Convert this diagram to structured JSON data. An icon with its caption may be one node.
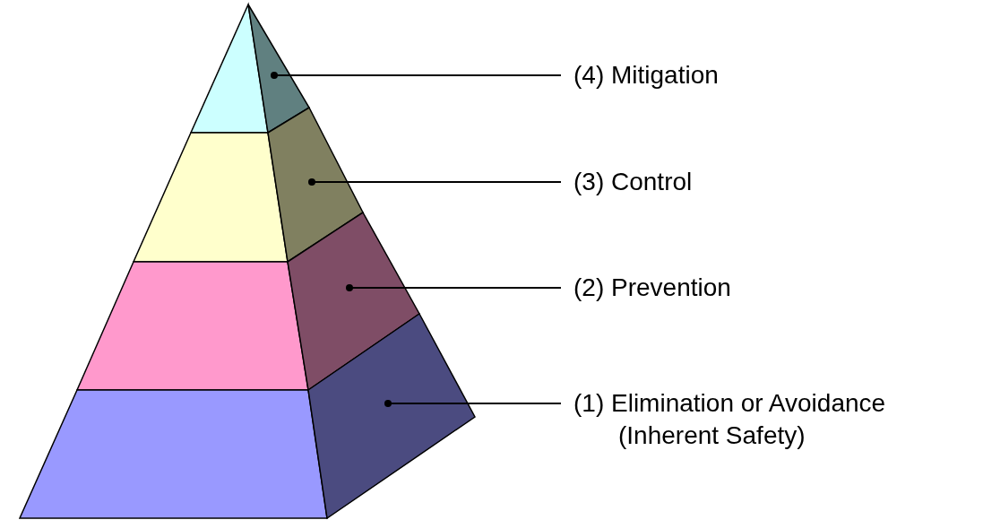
{
  "diagram": {
    "nodes": [
      {
        "text": [
          "(4) Mitigation"
        ]
      },
      {
        "text": [
          "(3) Control"
        ]
      },
      {
        "text": [
          "(2) Prevention"
        ]
      },
      {
        "text": [
          "(1) Elimination or Avoidance (Inherent Safety)"
        ]
      },
      {
        "text": [],
        "shape": "triangle"
      },
      {
        "text": [],
        "shape": "trapezoid"
      },
      {
        "text": [],
        "shape": "trapezoid"
      },
      {
        "text": [],
        "shape": "trapezoid"
      }
    ],
    "edges": [
      {
        "from": 0,
        "to": 4,
        "arrow": "other"
      },
      {
        "from": 1,
        "to": 5,
        "arrow": "other"
      },
      {
        "from": 2,
        "to": 6,
        "arrow": "other"
      },
      {
        "from": 3,
        "to": 7,
        "arrow": "other"
      }
    ]
  }
}
